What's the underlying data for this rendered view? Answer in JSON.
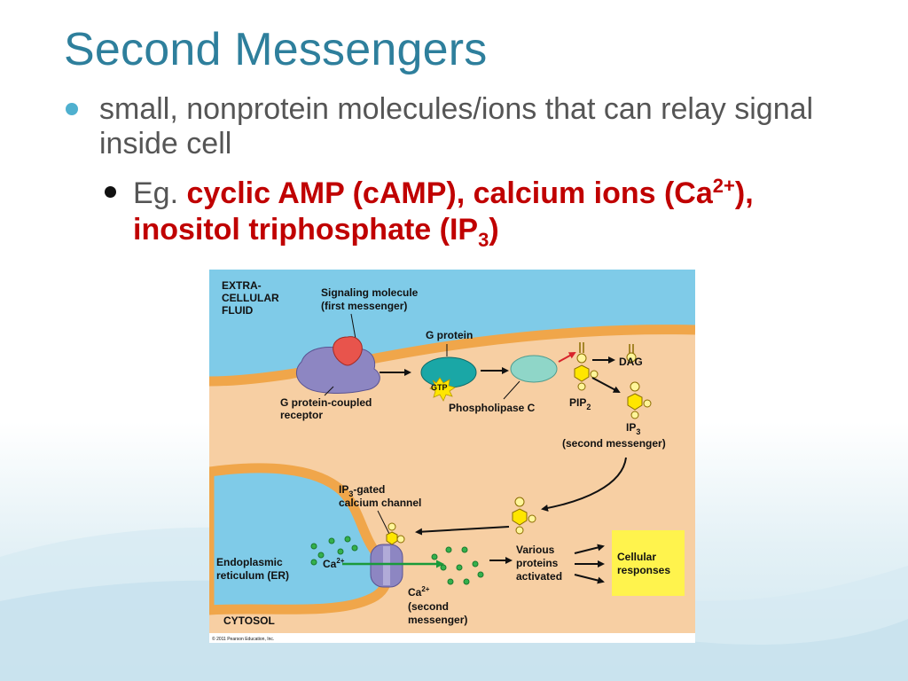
{
  "slide": {
    "title": "Second Messengers",
    "bullet1": "small, nonprotein molecules/ions that can relay signal inside cell",
    "bullet2": {
      "prefix": "Eg. ",
      "camp": "cyclic AMP (cAMP), calcium ions (Ca",
      "ca_sup": "2+",
      "after_sup": "),",
      "ip_text": "inositol triphosphate (IP",
      "ip_sub": "3",
      "ip_close": ")"
    }
  },
  "diagram": {
    "extracellular": [
      "EXTRA-",
      "CELLULAR",
      "FLUID"
    ],
    "signal_mol": [
      "Signaling molecule",
      "(first messenger)"
    ],
    "g_protein": "G protein",
    "gtp": "GTP",
    "dag": "DAG",
    "receptor": [
      "G protein-coupled",
      "receptor"
    ],
    "plc": "Phospholipase C",
    "pip": "PIP",
    "pip_sub": "2",
    "ip": "IP",
    "ip_sub": "3",
    "second_messenger": "(second messenger)",
    "channel_ip": "IP",
    "channel_sub": "3",
    "channel_rest": "-gated",
    "channel_line2": "calcium channel",
    "er": [
      "Endoplasmic",
      "reticulum (ER)"
    ],
    "ca": "Ca",
    "ca_sup": "2+",
    "ca2": "Ca",
    "ca2_sup": "2+",
    "ca_second": [
      "(second",
      "messenger)"
    ],
    "proteins": [
      "Various",
      "proteins",
      "activated"
    ],
    "responses": [
      "Cellular",
      "responses"
    ],
    "cytosol": "CYTOSOL",
    "copyright": "© 2011 Pearson Education, Inc.",
    "colors": {
      "extracellular": "#7fcbe8",
      "cytosol": "#f7cfa3",
      "membrane": "#f0a64a",
      "receptor": "#8d86c2",
      "g_protein": "#1aa7a6",
      "plc": "#8fd6c8",
      "calcium": "#34b04c",
      "ip3": "#ffe600",
      "responses_box": "#fff34d"
    }
  }
}
